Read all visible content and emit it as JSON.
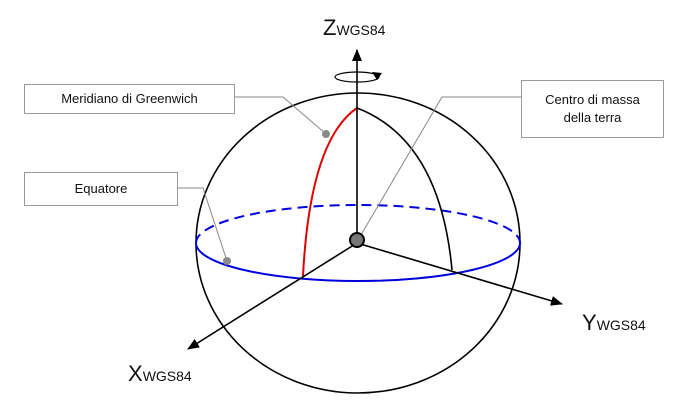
{
  "labels": {
    "greenwich": "Meridiano di Greenwich",
    "equator": "Equatore",
    "center_line1": "Centro di massa",
    "center_line2": "della terra"
  },
  "axes": {
    "z": {
      "main": "Z",
      "sub": "WGS84"
    },
    "y": {
      "main": "Y",
      "sub": "WGS84"
    },
    "x": {
      "main": "X",
      "sub": "WGS84"
    }
  },
  "colors": {
    "greenwich_meridian": "#e00000",
    "equator": "#0000dd",
    "outline": "#000000",
    "leader": "#888888"
  }
}
